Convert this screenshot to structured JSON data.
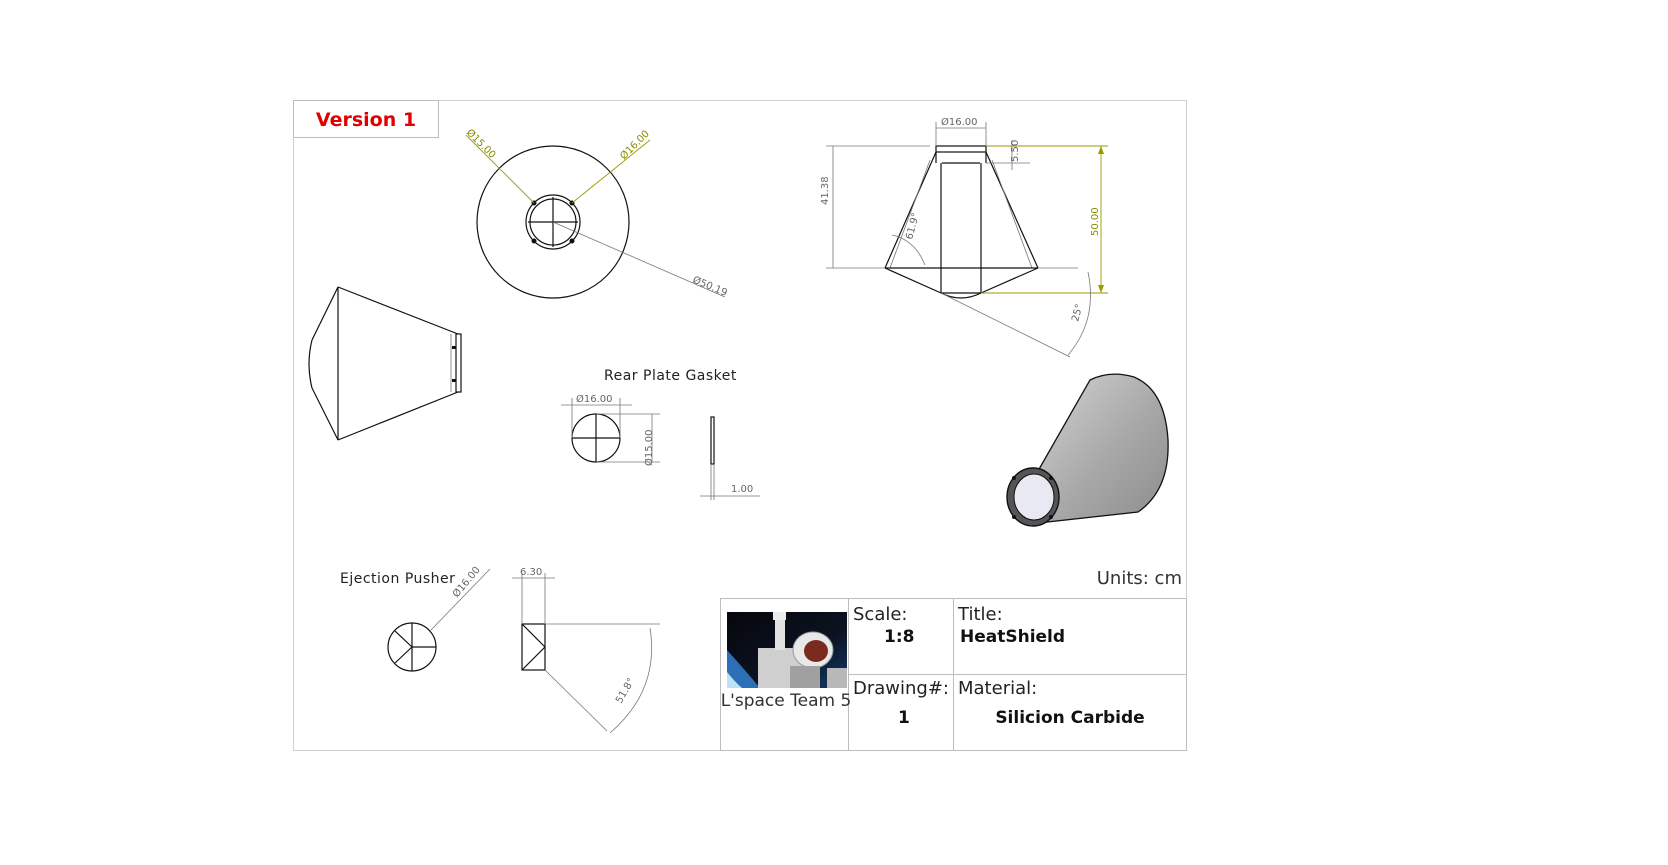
{
  "sheet": {
    "version_label": "Version 1",
    "units": "Units: cm",
    "accent_red": "#e00000",
    "dimension_yellow": "#9a9a00"
  },
  "views": {
    "front": {
      "dims": [
        "Ø15.00",
        "Ø16.00",
        "Ø50.19"
      ]
    },
    "section": {
      "dims": [
        "Ø16.00",
        "5.50",
        "41.38",
        "50.00",
        "61.9°",
        "25°"
      ]
    },
    "gasket": {
      "label": "Rear Plate Gasket",
      "dims": [
        "Ø16.00",
        "Ø15.00",
        "1.00"
      ]
    },
    "pusher": {
      "label": "Ejection Pusher",
      "dims": [
        "Ø16.00",
        "6.30",
        "51.8°"
      ]
    }
  },
  "title_block": {
    "team": "L'space Team 5",
    "scale_label": "Scale:",
    "scale_value": "1:8",
    "title_label": "Title:",
    "title_value": "HeatShield",
    "drawing_label": "Drawing#:",
    "drawing_value": "1",
    "material_label": "Material:",
    "material_value": "Silicion Carbide",
    "photo_icon": "astronaut-photo"
  }
}
